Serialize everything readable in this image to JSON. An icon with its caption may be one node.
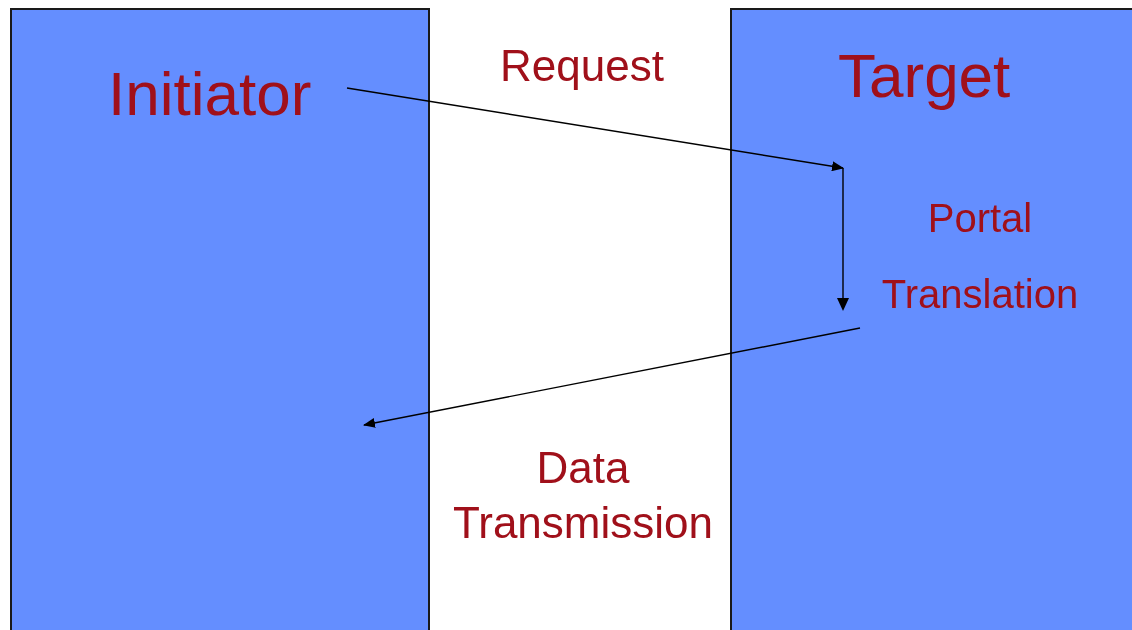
{
  "diagram": {
    "nodes": [
      {
        "text": [
          "Initiator"
        ]
      },
      {
        "text": [
          "Target",
          "Portal Translation"
        ]
      }
    ],
    "edges": [
      {
        "from": 0,
        "to": 1,
        "arrow": "to",
        "label": "Request"
      },
      {
        "from": 1,
        "to": 0,
        "arrow": "to",
        "label": "Data Transmission"
      }
    ]
  }
}
